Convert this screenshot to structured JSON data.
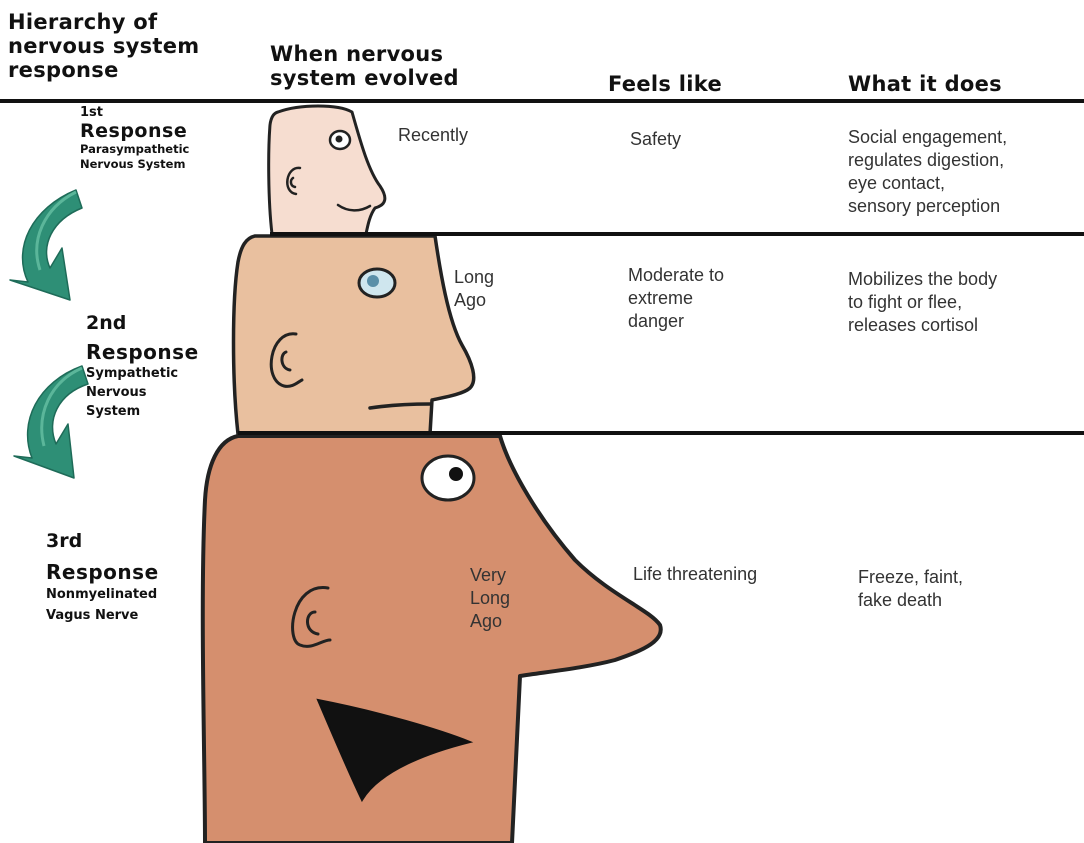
{
  "headers": {
    "hierarchy": "Hierarchy of\nnervous system\nresponse",
    "evolved": "When nervous\nsystem evolved",
    "feels": "Feels like",
    "does": "What it does"
  },
  "rows": [
    {
      "ordinal": "1st",
      "title": "Response",
      "system": "Parasympathetic\nNervous System",
      "evolved": "Recently",
      "feels": "Safety",
      "does": "Social engagement,\nregulates digestion,\neye contact,\nsensory perception"
    },
    {
      "ordinal": "2nd",
      "title": "Response",
      "system": "Sympathetic\nNervous\nSystem",
      "evolved": "Long\nAgo",
      "feels": "Moderate to\nextreme\ndanger",
      "does": "Mobilizes the body\nto fight or flee,\nreleases cortisol"
    },
    {
      "ordinal": "3rd",
      "title": "Response",
      "system": "Nonmyelinated\nVagus Nerve",
      "evolved": "Very\nLong\nAgo",
      "feels": "Life threatening",
      "does": "Freeze, faint,\nfake death"
    }
  ],
  "colors": {
    "arrow": "#2e8f76",
    "head_small": "#f6ddd0",
    "head_medium": "#e9c09f",
    "head_large": "#d58f6e",
    "outline": "#222222"
  },
  "icons": [
    "curved-arrow-icon",
    "head-illustration"
  ]
}
